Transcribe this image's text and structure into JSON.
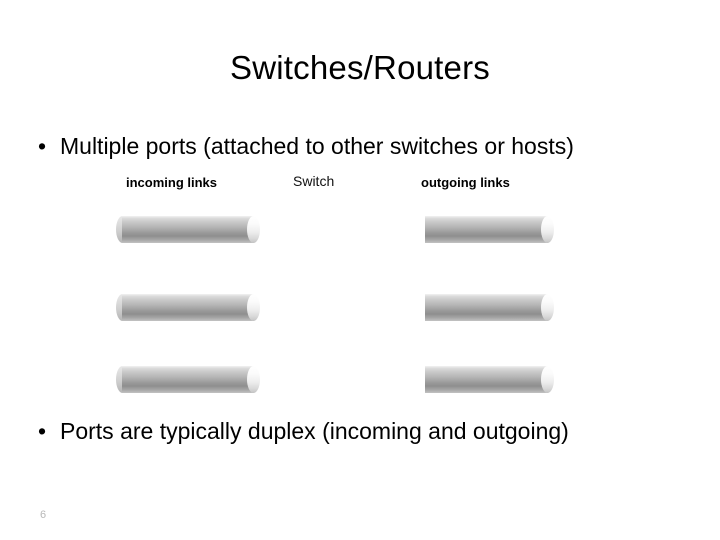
{
  "slide": {
    "title": "Switches/Routers",
    "page_number": "6",
    "background_color": "#ffffff",
    "text_color": "#000000"
  },
  "bullets": [
    {
      "marker": "•",
      "text": "Multiple ports (attached to other switches or hosts)"
    },
    {
      "marker": "•",
      "text": "Ports are typically duplex (incoming and outgoing)"
    }
  ],
  "diagram": {
    "labels": {
      "incoming": "incoming links",
      "switch": "Switch",
      "outgoing": "outgoing links"
    },
    "link_color": "#a8a8a8",
    "incoming_links": [
      {
        "name": "incoming-link-1"
      },
      {
        "name": "incoming-link-2"
      },
      {
        "name": "incoming-link-3"
      }
    ],
    "outgoing_links": [
      {
        "name": "outgoing-link-1"
      },
      {
        "name": "outgoing-link-2"
      },
      {
        "name": "outgoing-link-3"
      }
    ]
  }
}
